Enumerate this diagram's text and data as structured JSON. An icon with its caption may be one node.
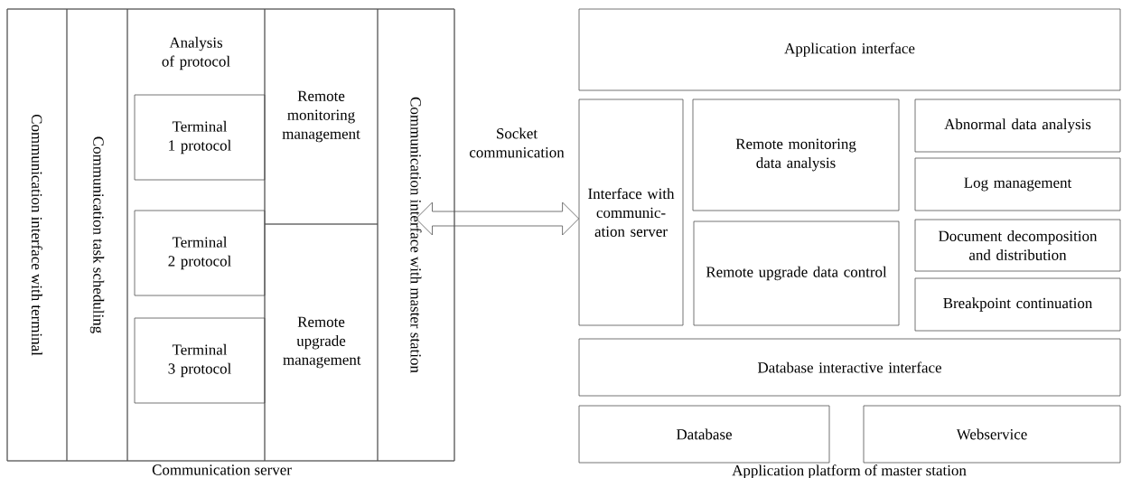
{
  "diagram": {
    "nodes": [
      {
        "text": [
          "Communication server"
        ]
      },
      {
        "text": [
          "Communication interface with terminal"
        ],
        "in": 0
      },
      {
        "text": [
          "Communication task scheduling"
        ],
        "in": 0
      },
      {
        "text": [
          "Analysis of protocol"
        ],
        "in": 0
      },
      {
        "text": [
          "Terminal 1 protocol"
        ],
        "in": 3
      },
      {
        "text": [
          "Terminal 2 protocol"
        ],
        "in": 3
      },
      {
        "text": [
          "Terminal 3 protocol"
        ],
        "in": 3
      },
      {
        "text": [
          "Remote monitoring management"
        ],
        "in": 0
      },
      {
        "text": [
          "Remote upgrade management"
        ],
        "in": 0
      },
      {
        "text": [
          "Communication interface with master station"
        ],
        "in": 0
      },
      {
        "text": [
          "Application interface"
        ]
      },
      {
        "text": [
          "Interface with communic- ation server"
        ]
      },
      {
        "text": [
          "Remote monitoring data analysis"
        ]
      },
      {
        "text": [
          "Remote upgrade data control"
        ]
      },
      {
        "text": [
          "Abnormal data analysis"
        ]
      },
      {
        "text": [
          "Log management"
        ]
      },
      {
        "text": [
          "Document decomposition and distribution"
        ]
      },
      {
        "text": [
          "Breakpoint continuation"
        ]
      },
      {
        "text": [
          "Database interactive interface"
        ]
      },
      {
        "text": [
          "Database"
        ]
      },
      {
        "text": [
          "Webservice"
        ]
      }
    ],
    "edges": [
      {
        "from": 9,
        "to": 11,
        "arrow": "both",
        "label": "Socket communication"
      }
    ],
    "labels": [
      "Application platform of master station"
    ]
  }
}
